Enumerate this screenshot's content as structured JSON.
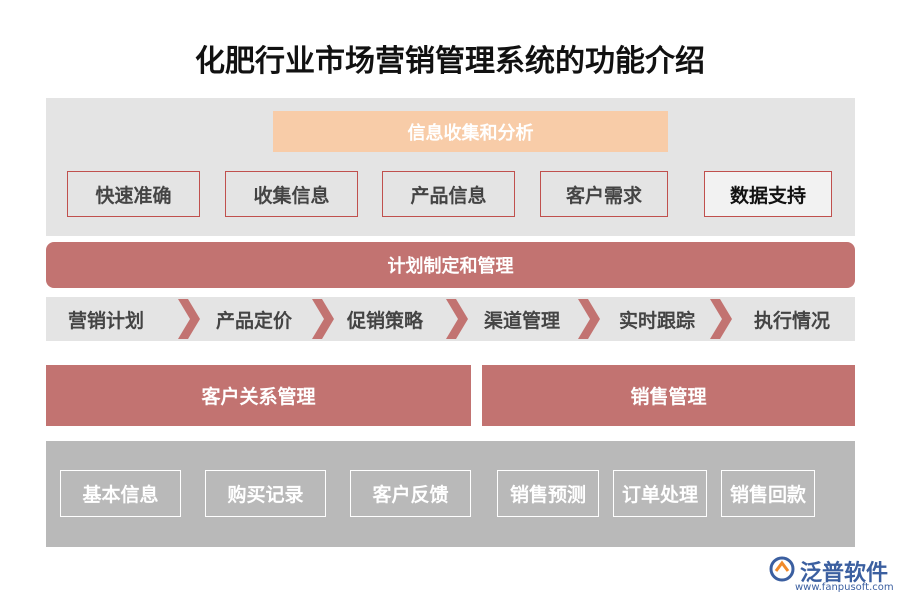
{
  "title": "化肥行业市场营销管理系统的功能介绍",
  "info_section": {
    "header": "信息收集和分析",
    "items": [
      "快速准确",
      "收集信息",
      "产品信息",
      "客户需求",
      "数据支持"
    ]
  },
  "planning": {
    "header": "计划制定和管理",
    "steps": [
      "营销计划",
      "产品定价",
      "促销策略",
      "渠道管理",
      "实时跟踪",
      "执行情况"
    ]
  },
  "sections": {
    "crm": "客户关系管理",
    "sales": "销售管理"
  },
  "sub_items": [
    "基本信息",
    "购买记录",
    "客户反馈",
    "销售预测",
    "订单处理",
    "销售回款"
  ],
  "watermark": {
    "name": "泛普软件",
    "url": "www.fanpusoft.com"
  },
  "colors": {
    "accent_red": "#c27371",
    "peach": "#f8cca8",
    "panel_gray": "#e4e4e4",
    "bottom_gray": "#b9b9b9"
  }
}
